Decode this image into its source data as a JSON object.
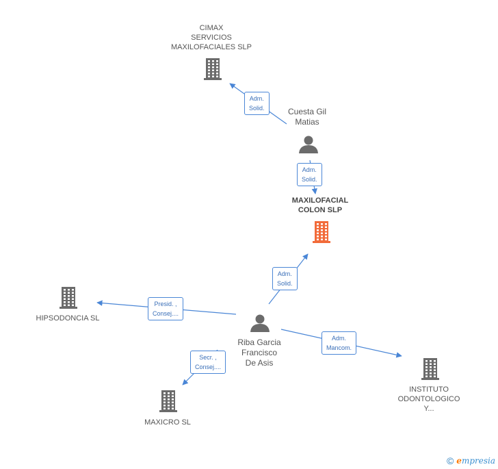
{
  "nodes": {
    "cimax": {
      "label_lines": [
        "CIMAX",
        "SERVICIOS",
        "MAXILOFACIALES SLP"
      ],
      "type": "company",
      "highlight": false
    },
    "cuesta": {
      "label_lines": [
        "Cuesta Gil",
        "Matias"
      ],
      "type": "person"
    },
    "maxilofacial": {
      "label_lines": [
        "MAXILOFACIAL",
        "COLON SLP"
      ],
      "type": "company",
      "highlight": true
    },
    "hipsodoncia": {
      "label_lines": [
        "HIPSODONCIA SL"
      ],
      "type": "company",
      "highlight": false
    },
    "riba": {
      "label_lines": [
        "Riba Garcia",
        "Francisco",
        "De Asis"
      ],
      "type": "person"
    },
    "maxicro": {
      "label_lines": [
        "MAXICRO SL"
      ],
      "type": "company",
      "highlight": false
    },
    "instituto": {
      "label_lines": [
        "INSTITUTO",
        "ODONTOLOGICO",
        "Y..."
      ],
      "type": "company",
      "highlight": false
    }
  },
  "edges": [
    {
      "from": "cuesta",
      "to": "cimax",
      "label_lines": [
        "Adm.",
        "Solid."
      ]
    },
    {
      "from": "cuesta",
      "to": "maxilofacial",
      "label_lines": [
        "Adm.",
        "Solid."
      ]
    },
    {
      "from": "riba",
      "to": "maxilofacial",
      "label_lines": [
        "Adm.",
        "Solid."
      ]
    },
    {
      "from": "riba",
      "to": "hipsodoncia",
      "label_lines": [
        "Presid. ,",
        "Consej...."
      ]
    },
    {
      "from": "riba",
      "to": "maxicro",
      "label_lines": [
        "Secr. ,",
        "Consej...."
      ]
    },
    {
      "from": "riba",
      "to": "instituto",
      "label_lines": [
        "Adm.",
        "Mancom."
      ]
    }
  ],
  "colors": {
    "company": "#6b6b6b",
    "highlight": "#f26b3a",
    "edge": "#4a86d6",
    "person": "#6b6b6b"
  },
  "footer": {
    "copyright": "©",
    "brand_first": "e",
    "brand_rest": "mpresia"
  }
}
